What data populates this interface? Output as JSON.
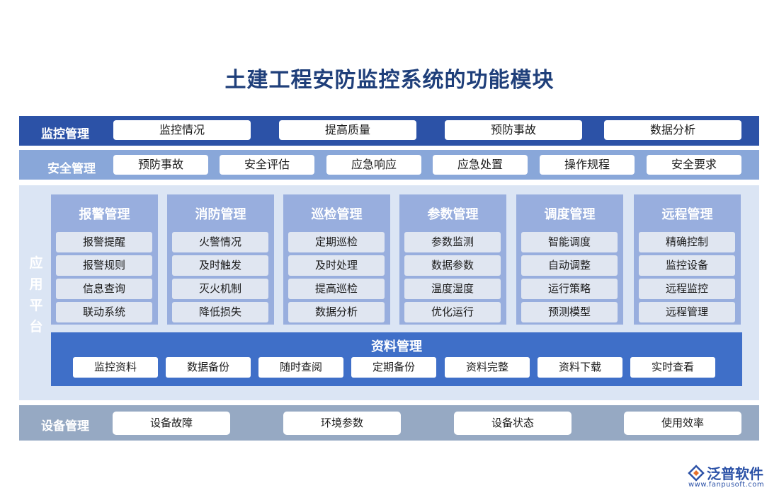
{
  "title": "土建工程安防监控系统的功能模块",
  "monitor": {
    "label": "监控管理",
    "items": [
      "监控情况",
      "提高质量",
      "预防事故",
      "数据分析"
    ]
  },
  "safety": {
    "label": "安全管理",
    "items": [
      "预防事故",
      "安全评估",
      "应急响应",
      "应急处置",
      "操作规程",
      "安全要求"
    ]
  },
  "app": {
    "label": "应用平台",
    "label_chars": [
      "应",
      "用",
      "平",
      "台"
    ],
    "modules": [
      {
        "title": "报警管理",
        "items": [
          "报警提醒",
          "报警规则",
          "信息查询",
          "联动系统"
        ]
      },
      {
        "title": "消防管理",
        "items": [
          "火警情况",
          "及时触发",
          "灭火机制",
          "降低损失"
        ]
      },
      {
        "title": "巡检管理",
        "items": [
          "定期巡检",
          "及时处理",
          "提高巡检",
          "数据分析"
        ]
      },
      {
        "title": "参数管理",
        "items": [
          "参数监测",
          "数据参数",
          "温度湿度",
          "优化运行"
        ]
      },
      {
        "title": "调度管理",
        "items": [
          "智能调度",
          "自动调整",
          "运行策略",
          "预测模型"
        ]
      },
      {
        "title": "远程管理",
        "items": [
          "精确控制",
          "监控设备",
          "远程监控",
          "远程管理"
        ]
      }
    ],
    "data_mgmt": {
      "title": "资料管理",
      "items": [
        "监控资料",
        "数据备份",
        "随时查阅",
        "定期备份",
        "资料完整",
        "资料下载",
        "实时查看"
      ]
    }
  },
  "device": {
    "label": "设备管理",
    "items": [
      "设备故障",
      "环境参数",
      "设备状态",
      "使用效率"
    ]
  },
  "logo": {
    "name": "泛普软件",
    "url": "www.fanpusoft.com"
  },
  "colors": {
    "title": "#1f3f7a",
    "monitor_band": "#2c52a7",
    "safety_band": "#89a7d9",
    "app_band": "#dbe5f4",
    "module_bg": "#98aede",
    "data_box": "#3f6fc8",
    "device_band": "#96a9c3"
  }
}
